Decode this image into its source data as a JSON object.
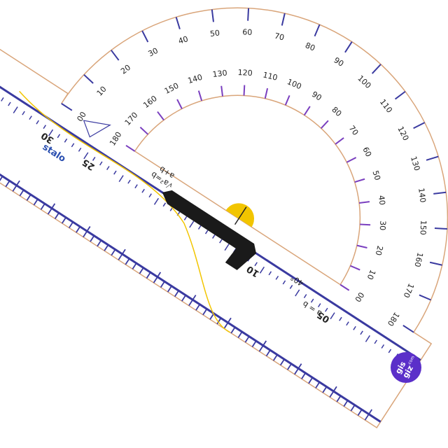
{
  "product": {
    "brand": "stalo",
    "badge_line1": "gis",
    "badge_line2": "giz",
    "badge_domain": ".com",
    "colors": {
      "tick": "#3a3aa0",
      "accent_purple": "#7a3fbf",
      "yellow": "#f2c500",
      "handle": "#1a1a1a",
      "edge": "#d9a57a",
      "badge": "#5b2fc9"
    }
  },
  "protractor": {
    "outer_labels": [
      "00",
      "10",
      "20",
      "30",
      "40",
      "50",
      "60",
      "70",
      "80",
      "90",
      "100",
      "110",
      "120",
      "130",
      "140",
      "150",
      "160",
      "170",
      "180"
    ],
    "inner_labels": [
      "180",
      "170",
      "160",
      "150",
      "140",
      "130",
      "120",
      "110",
      "100",
      "90",
      "80",
      "70",
      "60",
      "50",
      "40",
      "30",
      "20",
      "10",
      "00"
    ]
  },
  "ruler": {
    "labels": [
      "30",
      "25",
      "10",
      "05"
    ]
  },
  "formulas": {
    "f1": "√a²=b",
    "f2": "a+b",
    "f3": "40°",
    "f4": "a = b"
  }
}
